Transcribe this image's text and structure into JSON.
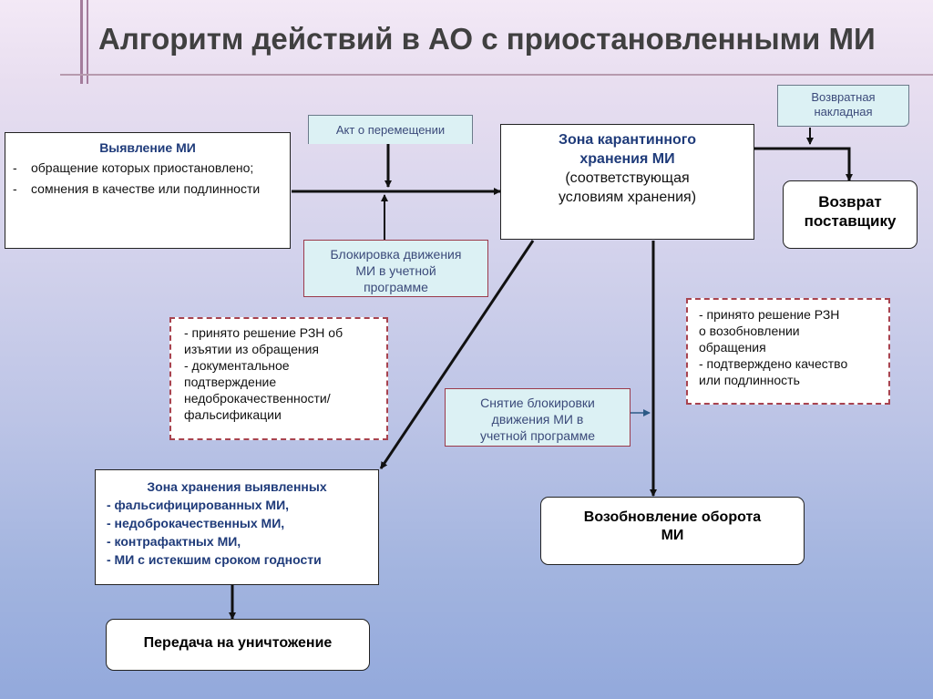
{
  "title": "Алгоритм действий в АО с приостановленными МИ",
  "nodes": {
    "detection": {
      "title": "Выявление МИ",
      "items": [
        "обращение которых приостановлено;",
        "сомнения в качестве или подлинности"
      ]
    },
    "quarantine": {
      "line1": "Зона карантинного",
      "line2": "хранения МИ",
      "line3": "(соответствующая",
      "line4": "условиям хранения)"
    },
    "return_supplier": {
      "line1": "Возврат",
      "line2": "поставщику"
    },
    "storage_zone": {
      "title": "Зона хранения выявленных",
      "items": [
        "- фальсифицированных МИ,",
        "- недоброкачественных МИ,",
        "- контрафактных МИ,",
        "- МИ с истекшим сроком годности"
      ]
    },
    "destruction": {
      "label": "Передача на уничтожение"
    },
    "resumption": {
      "line1": "Возобновление оборота",
      "line2": "МИ"
    }
  },
  "documents": {
    "transfer_act": "Акт о перемещении",
    "return_invoice": {
      "line1": "Возвратная",
      "line2": "накладная"
    },
    "block_movement": {
      "line1": "Блокировка движения",
      "line2": "МИ в учетной",
      "line3": "программе"
    },
    "unblock_movement": {
      "line1": "Снятие блокировки",
      "line2": "движения МИ в",
      "line3": "учетной программе"
    }
  },
  "conditions": {
    "withdrawal": "- принято решение РЗН об\nизъятии из обращения\n- документальное\nподтверждение\nнедоброкачественности/\nфальсификации",
    "resume": "- принято решение РЗН\nо возобновлении\nобращения\n- подтверждено качество\nили подлинность"
  }
}
